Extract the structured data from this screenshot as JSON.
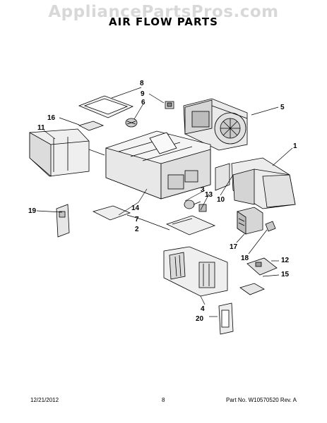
{
  "watermark": "AppliancePartsPros.com",
  "title": "AIR FLOW PARTS",
  "callouts": {
    "c1": "1",
    "c2": "2",
    "c3": "3",
    "c4": "4",
    "c5": "5",
    "c6": "6",
    "c7": "7",
    "c8": "8",
    "c9": "9",
    "c10": "10",
    "c11": "11",
    "c12": "12",
    "c13": "13",
    "c14": "14",
    "c15": "15",
    "c16": "16",
    "c17": "17",
    "c18": "18",
    "c19": "19",
    "c20": "20"
  },
  "footer": {
    "date": "12/21/2012",
    "page": "8",
    "part_number": "Part No. W10570520  Rev. A"
  }
}
